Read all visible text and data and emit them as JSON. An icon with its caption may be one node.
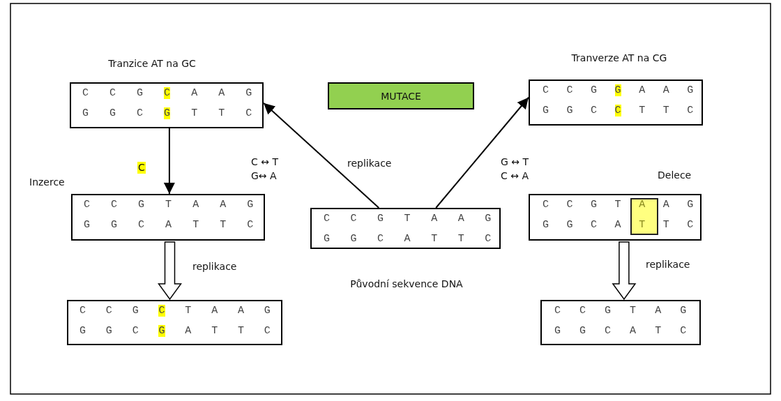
{
  "diagram": {
    "nodes": [
      {
        "text": [
          "Tranzice AT na GC",
          "C C G C A A G",
          "G G C G T T C"
        ]
      },
      {
        "text": [
          "MUTACE"
        ]
      },
      {
        "text": [
          "Tranverze AT na CG",
          "C C G G A A G",
          "G G C C T T C"
        ]
      },
      {
        "text": [
          "Inzerce",
          "C C G T A A G",
          "G G C A T T C"
        ]
      },
      {
        "text": [
          "C C G T A A G",
          "G G C A T T C",
          "Původní sekvence DNA"
        ]
      },
      {
        "text": [
          "Delece",
          "C C G T A A G",
          "G G C A T T C"
        ]
      },
      {
        "text": [
          "C C G C T A A G",
          "G G C G A T T C"
        ]
      },
      {
        "text": [
          "C C G T A G",
          "G G C A T C"
        ]
      }
    ],
    "edges": [
      {
        "from": 4,
        "to": 0,
        "arrow": "to",
        "label": "C ↔ T G↔ A"
      },
      {
        "from": 4,
        "to": 2,
        "arrow": "to",
        "label": "G ↔ T C ↔ A"
      },
      {
        "from": 0,
        "to": 3,
        "arrow": "to",
        "label": "C"
      },
      {
        "from": 3,
        "to": 6,
        "arrow": "to",
        "style": "thick",
        "label": "replikace"
      },
      {
        "from": 5,
        "to": 7,
        "arrow": "to",
        "style": "thick",
        "label": "replikace"
      }
    ],
    "labels": [
      "replikace"
    ]
  }
}
